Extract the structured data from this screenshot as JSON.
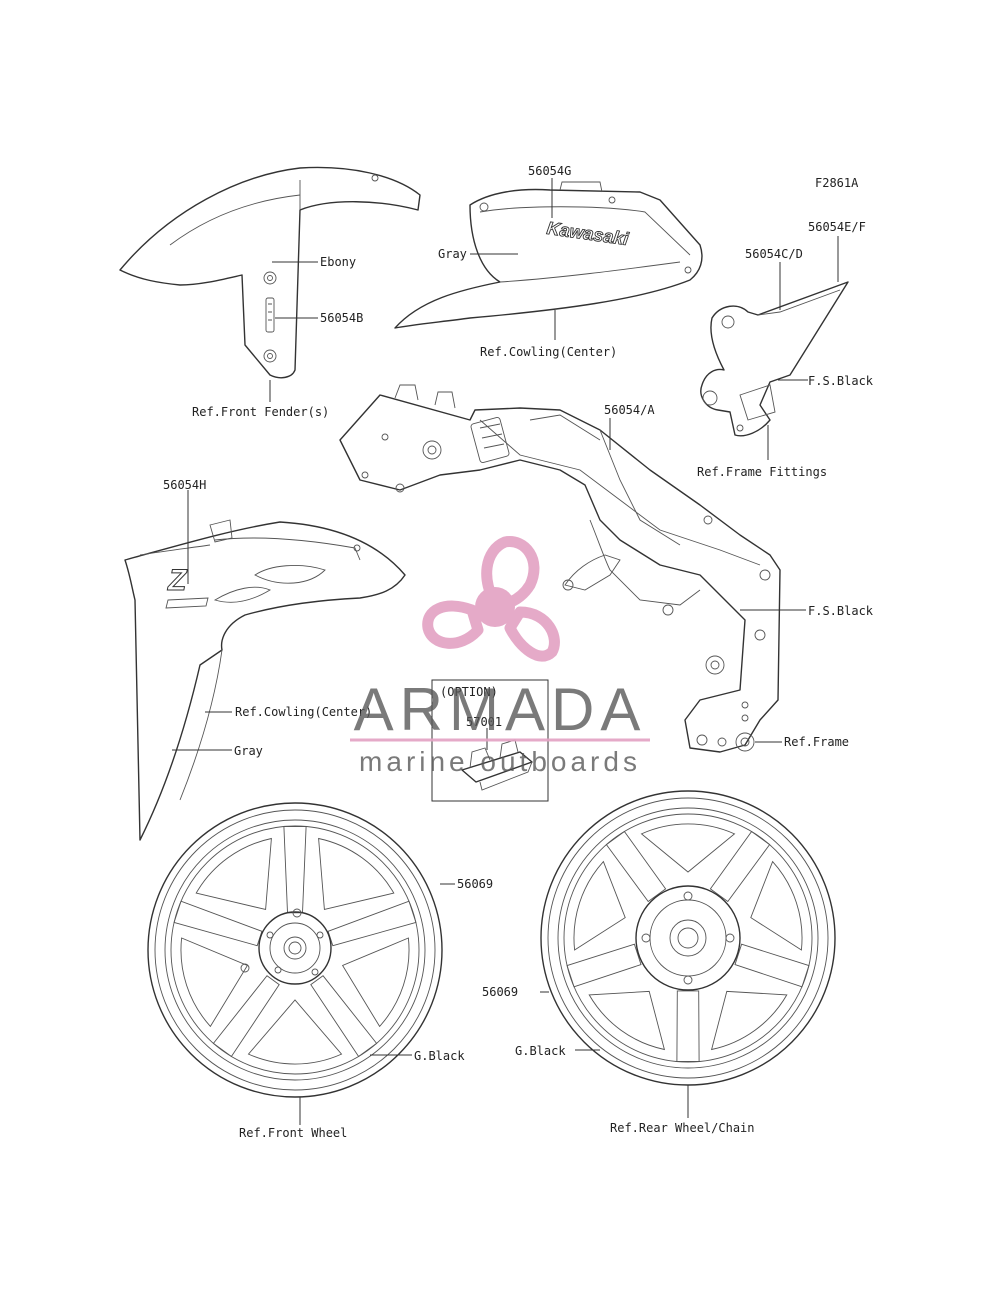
{
  "figure_code": "F2861A",
  "labels": {
    "l_56054g": "56054G",
    "l_gray_top": "Gray",
    "l_ref_cowl_center_top": "Ref.Cowling(Center)",
    "l_ebony": "Ebony",
    "l_56054b": "56054B",
    "l_ref_front_fender": "Ref.Front Fender(s)",
    "l_56054ef": "56054E/F",
    "l_56054cd": "56054C/D",
    "l_fs_black_top": "F.S.Black",
    "l_ref_frame_fittings": "Ref.Frame Fittings",
    "l_56054a": "56054/A",
    "l_56054h": "56054H",
    "l_fs_black_mid": "F.S.Black",
    "l_option": "(OPTION)",
    "l_57001": "57001",
    "l_ref_cowl_center_left": "Ref.Cowling(Center)",
    "l_gray_left": "Gray",
    "l_ref_frame": "Ref.Frame",
    "l_56069_front": "56069",
    "l_56069_rear": "56069",
    "l_gblack_front": "G.Black",
    "l_gblack_rear": "G.Black",
    "l_ref_front_wheel": "Ref.Front Wheel",
    "l_ref_rear_wheel": "Ref.Rear Wheel/Chain"
  },
  "decal_text": "Kawasaki",
  "watermark": {
    "title": "ARMADA",
    "subtitle": "marine outboards",
    "color": "#e3a3c4"
  }
}
